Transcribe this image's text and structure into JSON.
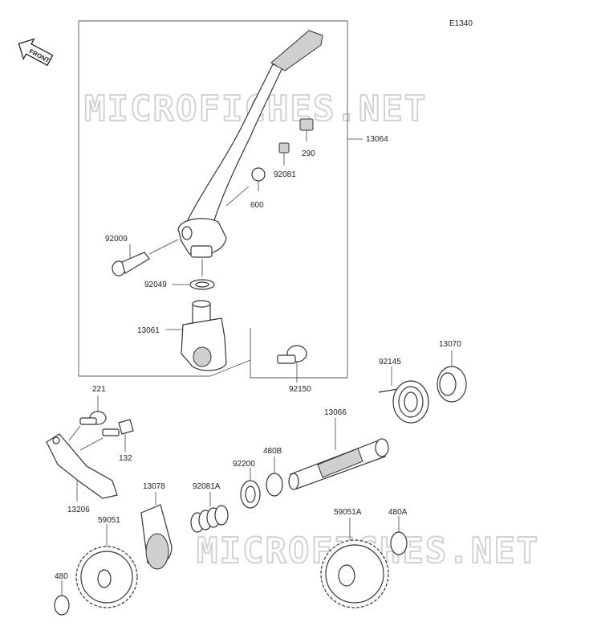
{
  "diagram_code": "E1340",
  "direction_label": "FRONT",
  "watermark": "MICROFICHES.NET",
  "parts": [
    "13064",
    "290",
    "92081",
    "600",
    "92009",
    "92049",
    "13061",
    "92150",
    "13070",
    "92145",
    "13066",
    "221",
    "132",
    "480B",
    "92200",
    "13206",
    "13078",
    "92081A",
    "59051",
    "59051A",
    "480A",
    "480"
  ]
}
